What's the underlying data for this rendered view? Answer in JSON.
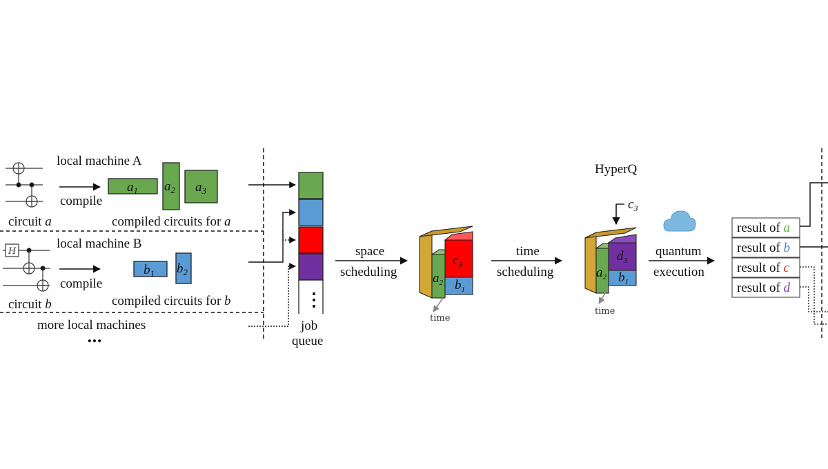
{
  "title": "HyperQ",
  "machine_a": {
    "label": "local machine A",
    "compile_label": "compile",
    "circuit_label": "circuit",
    "circuit_var": "a",
    "compiled_label": "compiled circuits for",
    "compiled_var": "a",
    "blocks": [
      {
        "base": "a",
        "sub": "1"
      },
      {
        "base": "a",
        "sub": "2"
      },
      {
        "base": "a",
        "sub": "3"
      }
    ]
  },
  "machine_b": {
    "label": "local machine B",
    "compile_label": "compile",
    "circuit_label": "circuit",
    "circuit_var": "b",
    "compiled_label": "compiled circuits for",
    "compiled_var": "b",
    "gate_label": "H",
    "blocks": [
      {
        "base": "b",
        "sub": "1"
      },
      {
        "base": "b",
        "sub": "2"
      }
    ]
  },
  "more_machines": "more local machines",
  "ellipsis": "…",
  "queue": {
    "label_1": "job",
    "label_2": "queue",
    "dots": "⋮"
  },
  "space_scheduling": {
    "line1": "space",
    "line2": "scheduling"
  },
  "time_scheduling": {
    "line1": "time",
    "line2": "scheduling"
  },
  "quantum_execution": {
    "line1": "quantum",
    "line2": "execution"
  },
  "time_axis": "time",
  "stack1": {
    "a": {
      "base": "a",
      "sub": "2"
    },
    "c": {
      "base": "c",
      "sub": "3"
    },
    "b": {
      "base": "b",
      "sub": "1"
    }
  },
  "stack2": {
    "incoming": {
      "base": "c",
      "sub": "3"
    },
    "a": {
      "base": "a",
      "sub": "2"
    },
    "d": {
      "base": "d",
      "sub": "3"
    },
    "b": {
      "base": "b",
      "sub": "1"
    }
  },
  "results": [
    {
      "prefix": "result of",
      "var": "a",
      "color": "#6aa84f"
    },
    {
      "prefix": "result of",
      "var": "b",
      "color": "#4a86c8"
    },
    {
      "prefix": "result of",
      "var": "c",
      "color": "#e02020"
    },
    {
      "prefix": "result of",
      "var": "d",
      "color": "#7b3fa0"
    }
  ],
  "colors": {
    "green": "#6aa84f",
    "blue": "#5b9bd5",
    "red": "#ff0000",
    "purple": "#7030a0",
    "gold": "#d4a537",
    "cloud": "#7cb8e0"
  }
}
